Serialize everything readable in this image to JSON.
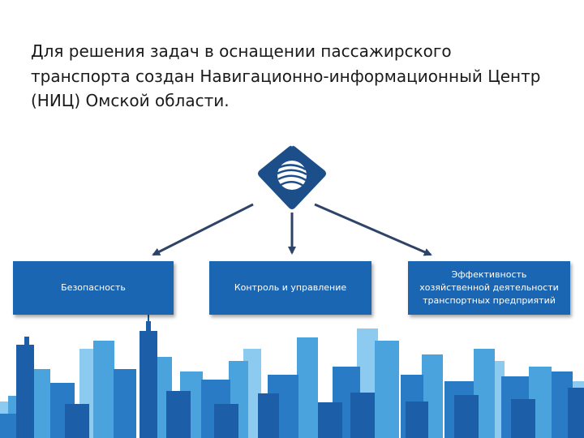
{
  "intro": {
    "lines": [
      "Для решения задач в оснащении пассажирского",
      "транспорта создан Навигационно-информационный Центр",
      "(НИЦ) Омской области."
    ]
  },
  "boxes": {
    "safety": "Безопасность",
    "control": "Контроль и управление",
    "efficiency_lines": [
      "Эффективность",
      "хозяйственной деятельности",
      "транспортных предприятий"
    ]
  },
  "colors": {
    "box_fill": "#1a66b3",
    "diamond": "#1c4f8a",
    "arrow": "#2e4368",
    "city_dark": "#1c5ea8",
    "city_mid": "#2a7bc6",
    "city_light": "#4aa3dd",
    "city_pale": "#8ccaf0"
  },
  "icons": {
    "center": "globe-logo-icon"
  }
}
